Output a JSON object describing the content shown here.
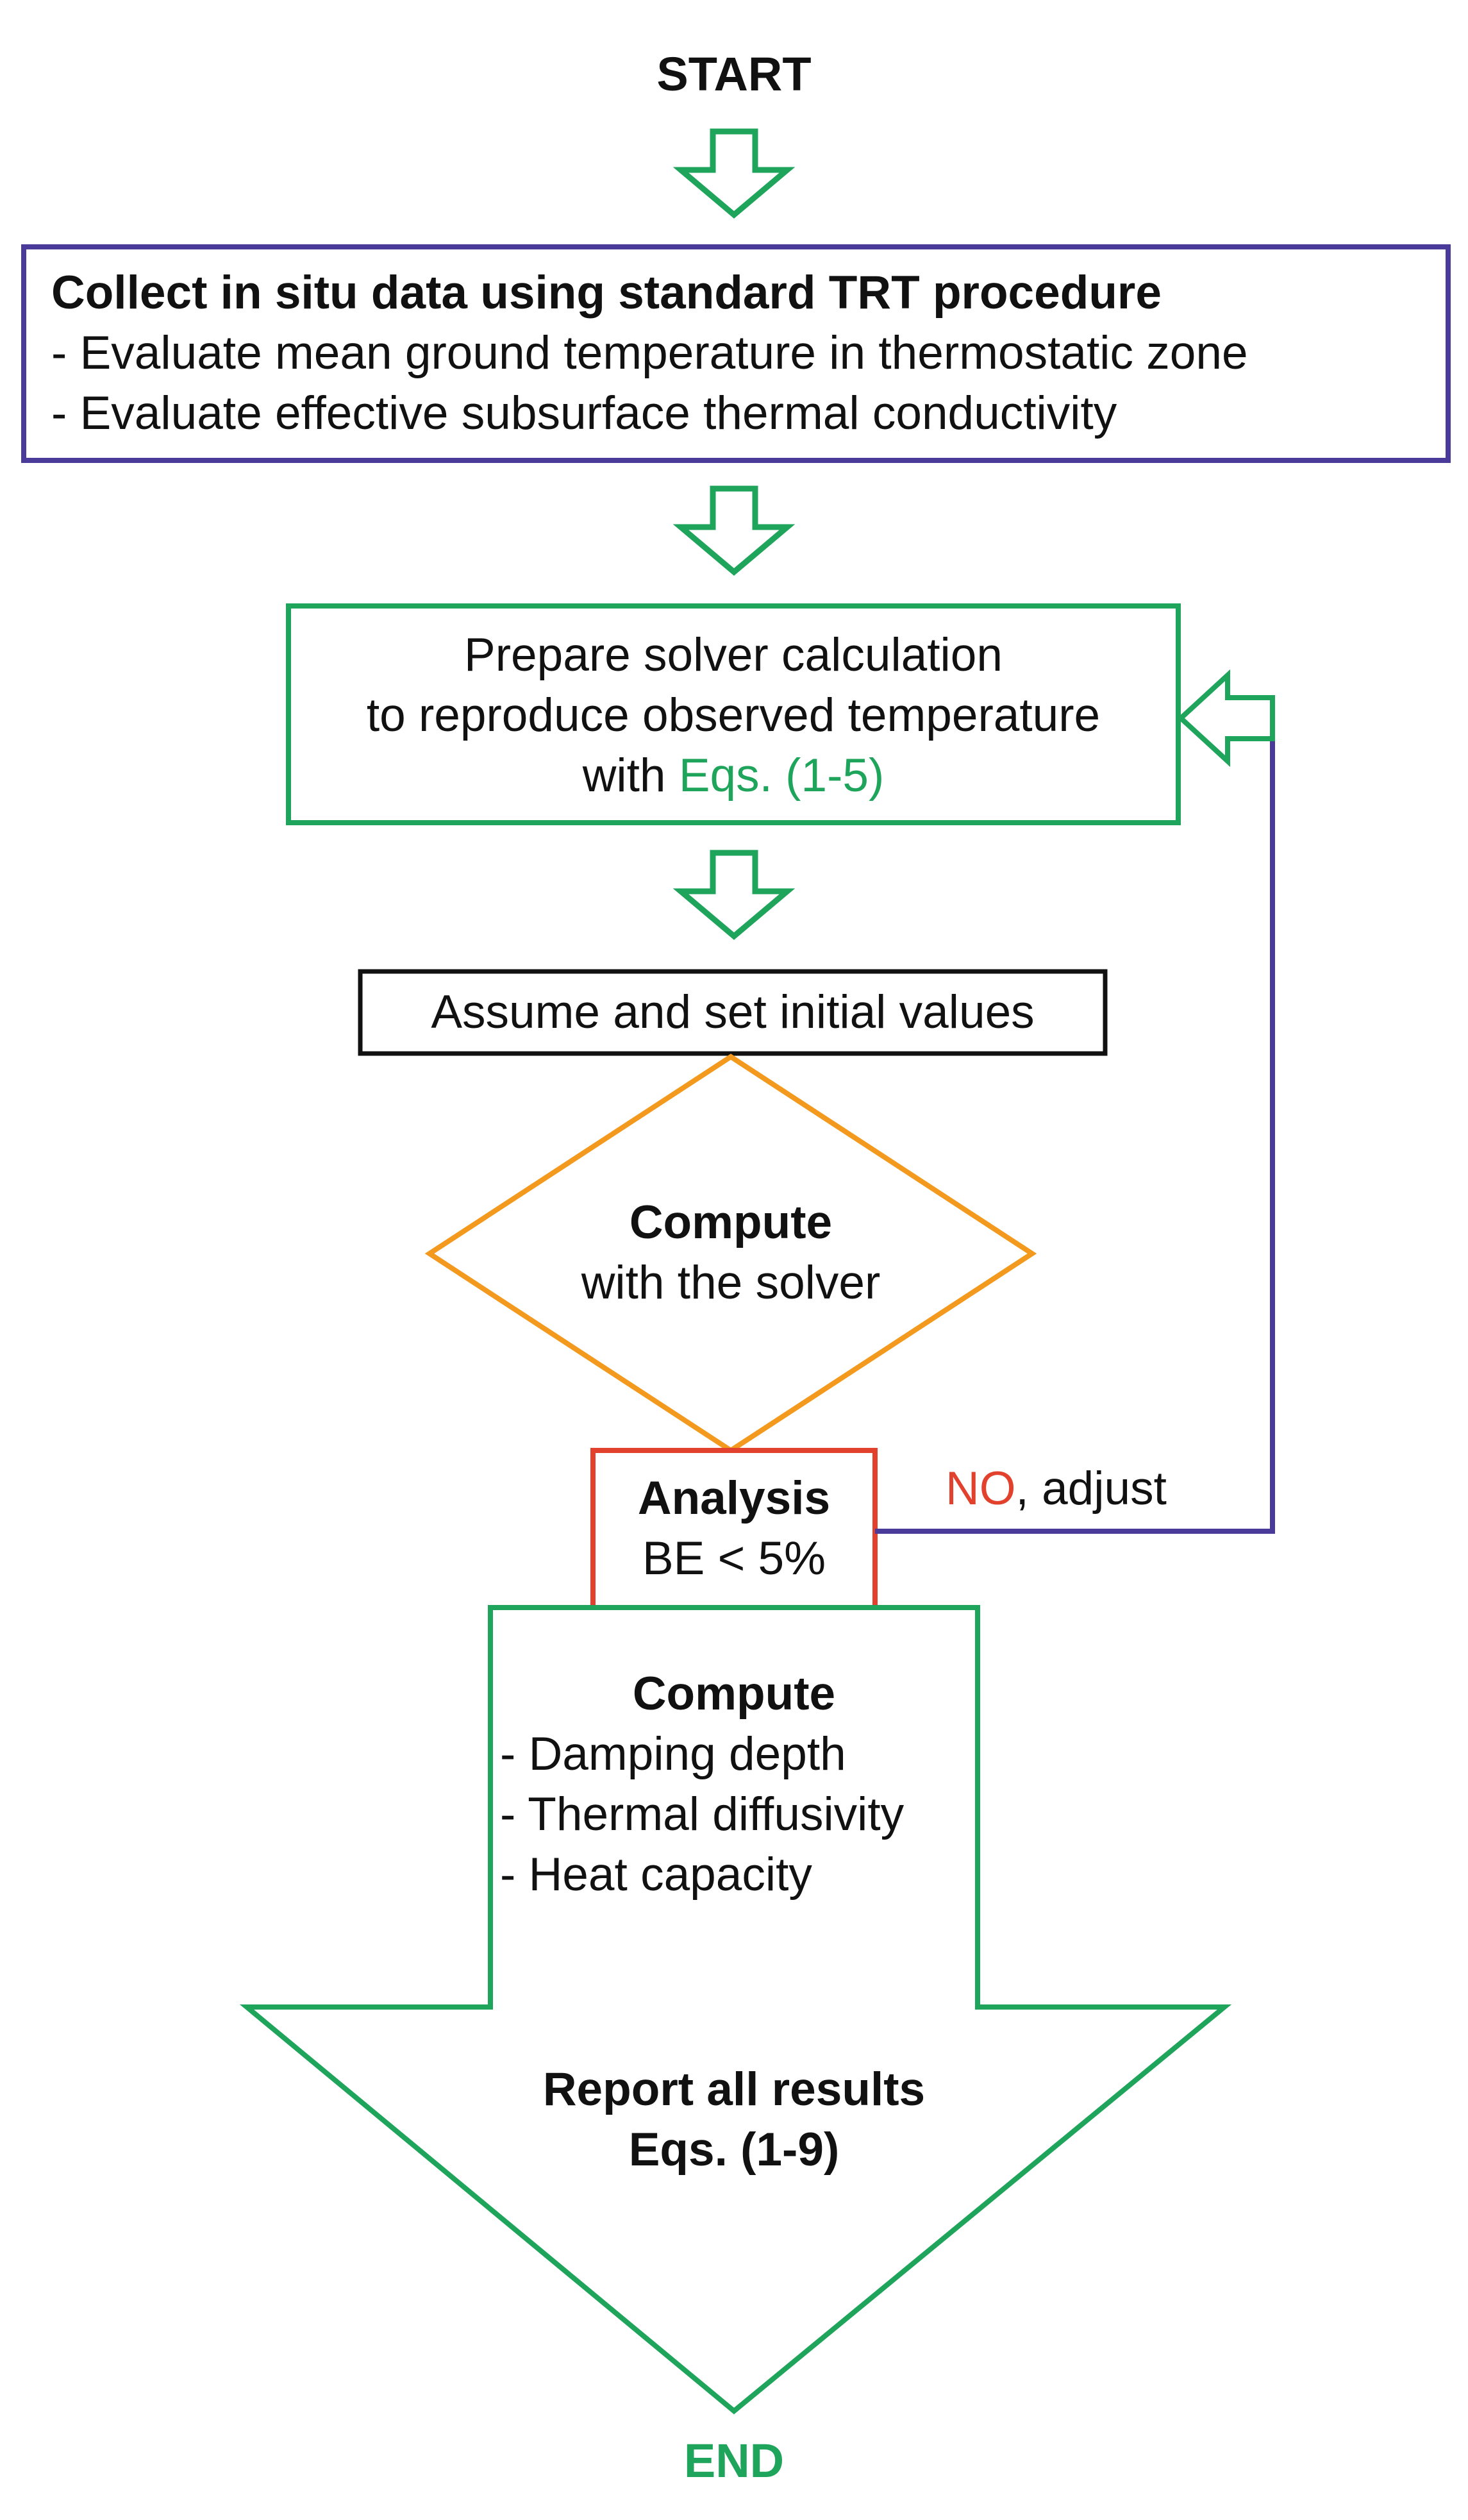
{
  "colors": {
    "green": "#1fa55b",
    "purple": "#4a3a9a",
    "orange": "#f39a1e",
    "red": "#e2412d",
    "black": "#111111"
  },
  "start_label": "START",
  "end_label": "END",
  "collect": {
    "title": "Collect in situ data using standard TRT procedure",
    "item1": "- Evaluate mean ground temperature in thermostatic zone",
    "item2": "- Evaluate effective subsurface thermal conductivity"
  },
  "prepare": {
    "line1": "Prepare solver calculation",
    "line2": "to reproduce observed temperature",
    "line3_prefix": "with ",
    "line3_eq": "Eqs. (1-5)"
  },
  "assume_label": "Assume and set initial values",
  "compute_diamond": {
    "title": "Compute",
    "subtitle": "with the solver"
  },
  "analysis": {
    "title": "Analysis",
    "condition": "BE < 5%"
  },
  "loop_label": {
    "no": "NO",
    "rest": ", adjust"
  },
  "compute_results": {
    "title": "Compute",
    "item1": "- Damping depth",
    "item2": "- Thermal diffusivity",
    "item3": "- Heat capacity"
  },
  "report": {
    "line1": "Report all results",
    "line2": "Eqs. (1-9)"
  }
}
